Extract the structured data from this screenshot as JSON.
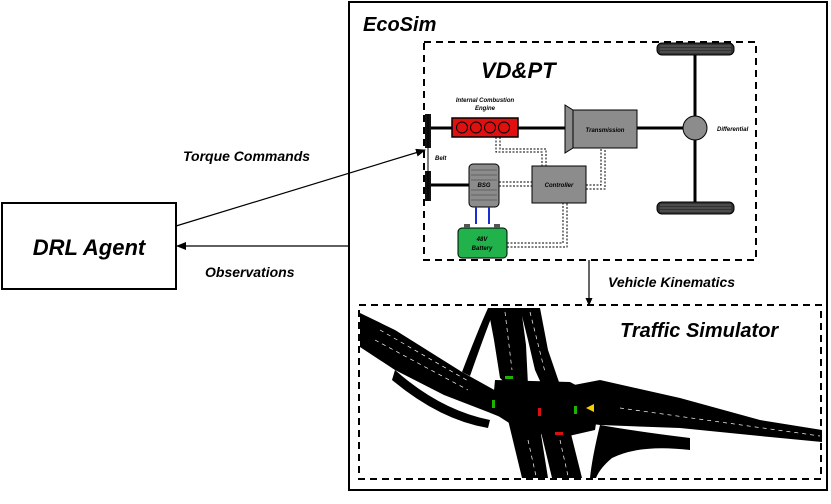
{
  "agent": {
    "label": "DRL Agent"
  },
  "arrows": {
    "torque": "Torque Commands",
    "observations": "Observations",
    "kinematics": "Vehicle Kinematics"
  },
  "ecosim": {
    "title": "EcoSim"
  },
  "vdpt": {
    "title": "VD&PT",
    "engine": "Internal Combustion Engine",
    "transmission": "Transmission",
    "differential": "Differential",
    "belt": "Belt",
    "bsg": "BSG",
    "controller": "Controller",
    "battery_line1": "48V",
    "battery_line2": "Battery"
  },
  "traffic": {
    "title": "Traffic Simulator"
  },
  "colors": {
    "engine_red": "#e01010",
    "battery_green": "#22b24c",
    "component_gray": "#8c8c8c",
    "signal_green": "#1db300",
    "signal_red": "#d81010",
    "signal_yellow": "#f5d000"
  }
}
